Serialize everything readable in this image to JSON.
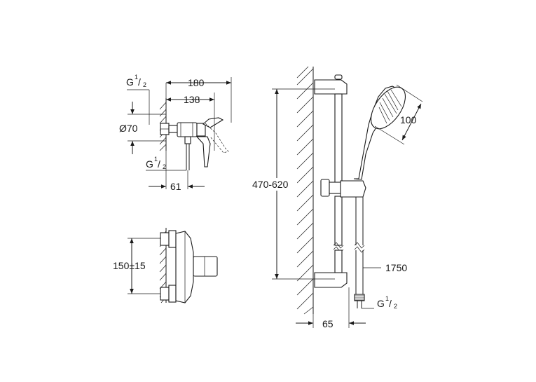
{
  "dimensions": {
    "g_half_top": "G",
    "g_half_mid": "G",
    "g_half_right": "G",
    "fraction_num": "1",
    "fraction_den": "2",
    "width_180": "180",
    "width_138": "138",
    "diameter_70": "Ø70",
    "offset_61": "61",
    "centers_150": "150±15",
    "height_470_620": "470-620",
    "head_100": "100",
    "hose_1750": "1750",
    "depth_65": "65"
  }
}
